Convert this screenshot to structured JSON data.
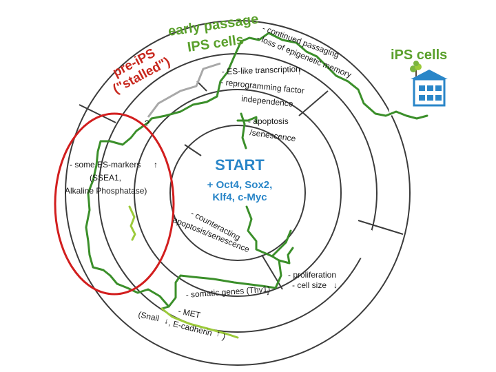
{
  "center": {
    "title": "START",
    "line1": "+ Oct4, Sox2,",
    "line2": "Klf4, c-Myc"
  },
  "labels": {
    "early_passage_1": "early passage",
    "early_passage_2": "IPS cells",
    "pre_ips_1": "pre-iPS",
    "pre_ips_2": "(\"stalled\")",
    "question": "?",
    "ips_cells": "iPS cells",
    "continued_1": "- continued passaging",
    "continued_2": "- loss of epigenetic memory",
    "es_like_1": "- ES-like transcription",
    "es_like_2": "- reprogramming factor",
    "es_like_3": "independence",
    "apoptosis_1": "- apoptosis",
    "apoptosis_2": "/senescence",
    "es_markers_1": "- some ES-markers",
    "es_markers_2": "(SSEA1,",
    "es_markers_3": "Alkaline Phosphatase)",
    "counteracting_1": "- counteracting",
    "counteracting_2": "apoptosis/senescence",
    "proliferation_1": "- proliferation",
    "proliferation_2": "- cell size",
    "somatic": "- somatic genes (Thy1)",
    "met_1": "- MET",
    "met_2": "(Snail",
    "met_3": ", E-cadherin",
    "met_4": ")"
  },
  "arrows": {
    "up": "↑",
    "down": "↓"
  },
  "colors": {
    "green_dark": "#3b8f2a",
    "green_light": "#9cca3a",
    "gray_path": "#a8a8a8",
    "red_highlight": "#d21e1e",
    "blue_text": "#2a86c8",
    "green_title": "#5aa02c",
    "red_title": "#c8281e"
  },
  "icons": [
    "house-tree-icon"
  ]
}
